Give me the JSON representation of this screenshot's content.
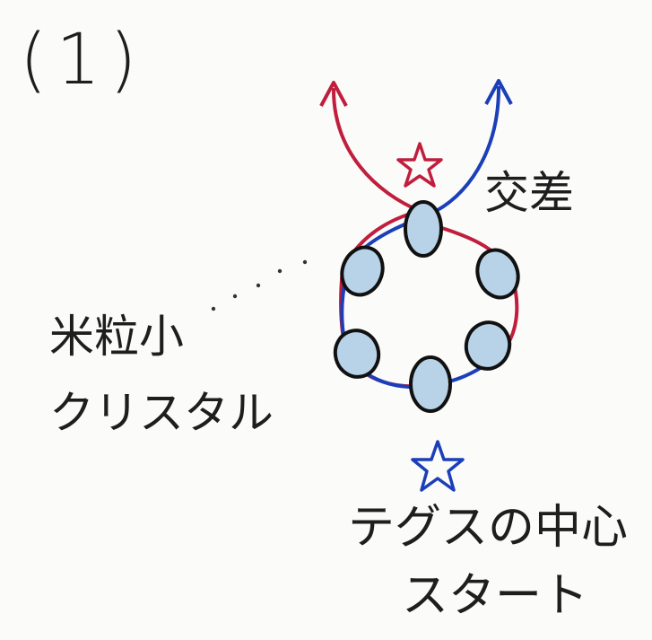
{
  "step_label": "(1)",
  "cross_label": "交差",
  "bead_label_line1": "米粒小",
  "bead_label_line2": "クリスタル",
  "start_label_line1": "テグスの中心",
  "start_label_line2": "スタート",
  "colors": {
    "red_thread": "#c01e3c",
    "blue_thread": "#1b3fb8",
    "bead_fill": "#b8d3e8",
    "bead_outline": "#111111",
    "star_red": "#c01e3c",
    "star_blue": "#1b3fb8"
  },
  "icons": [
    "red-star-icon",
    "blue-star-icon",
    "arrow-up-icon"
  ]
}
